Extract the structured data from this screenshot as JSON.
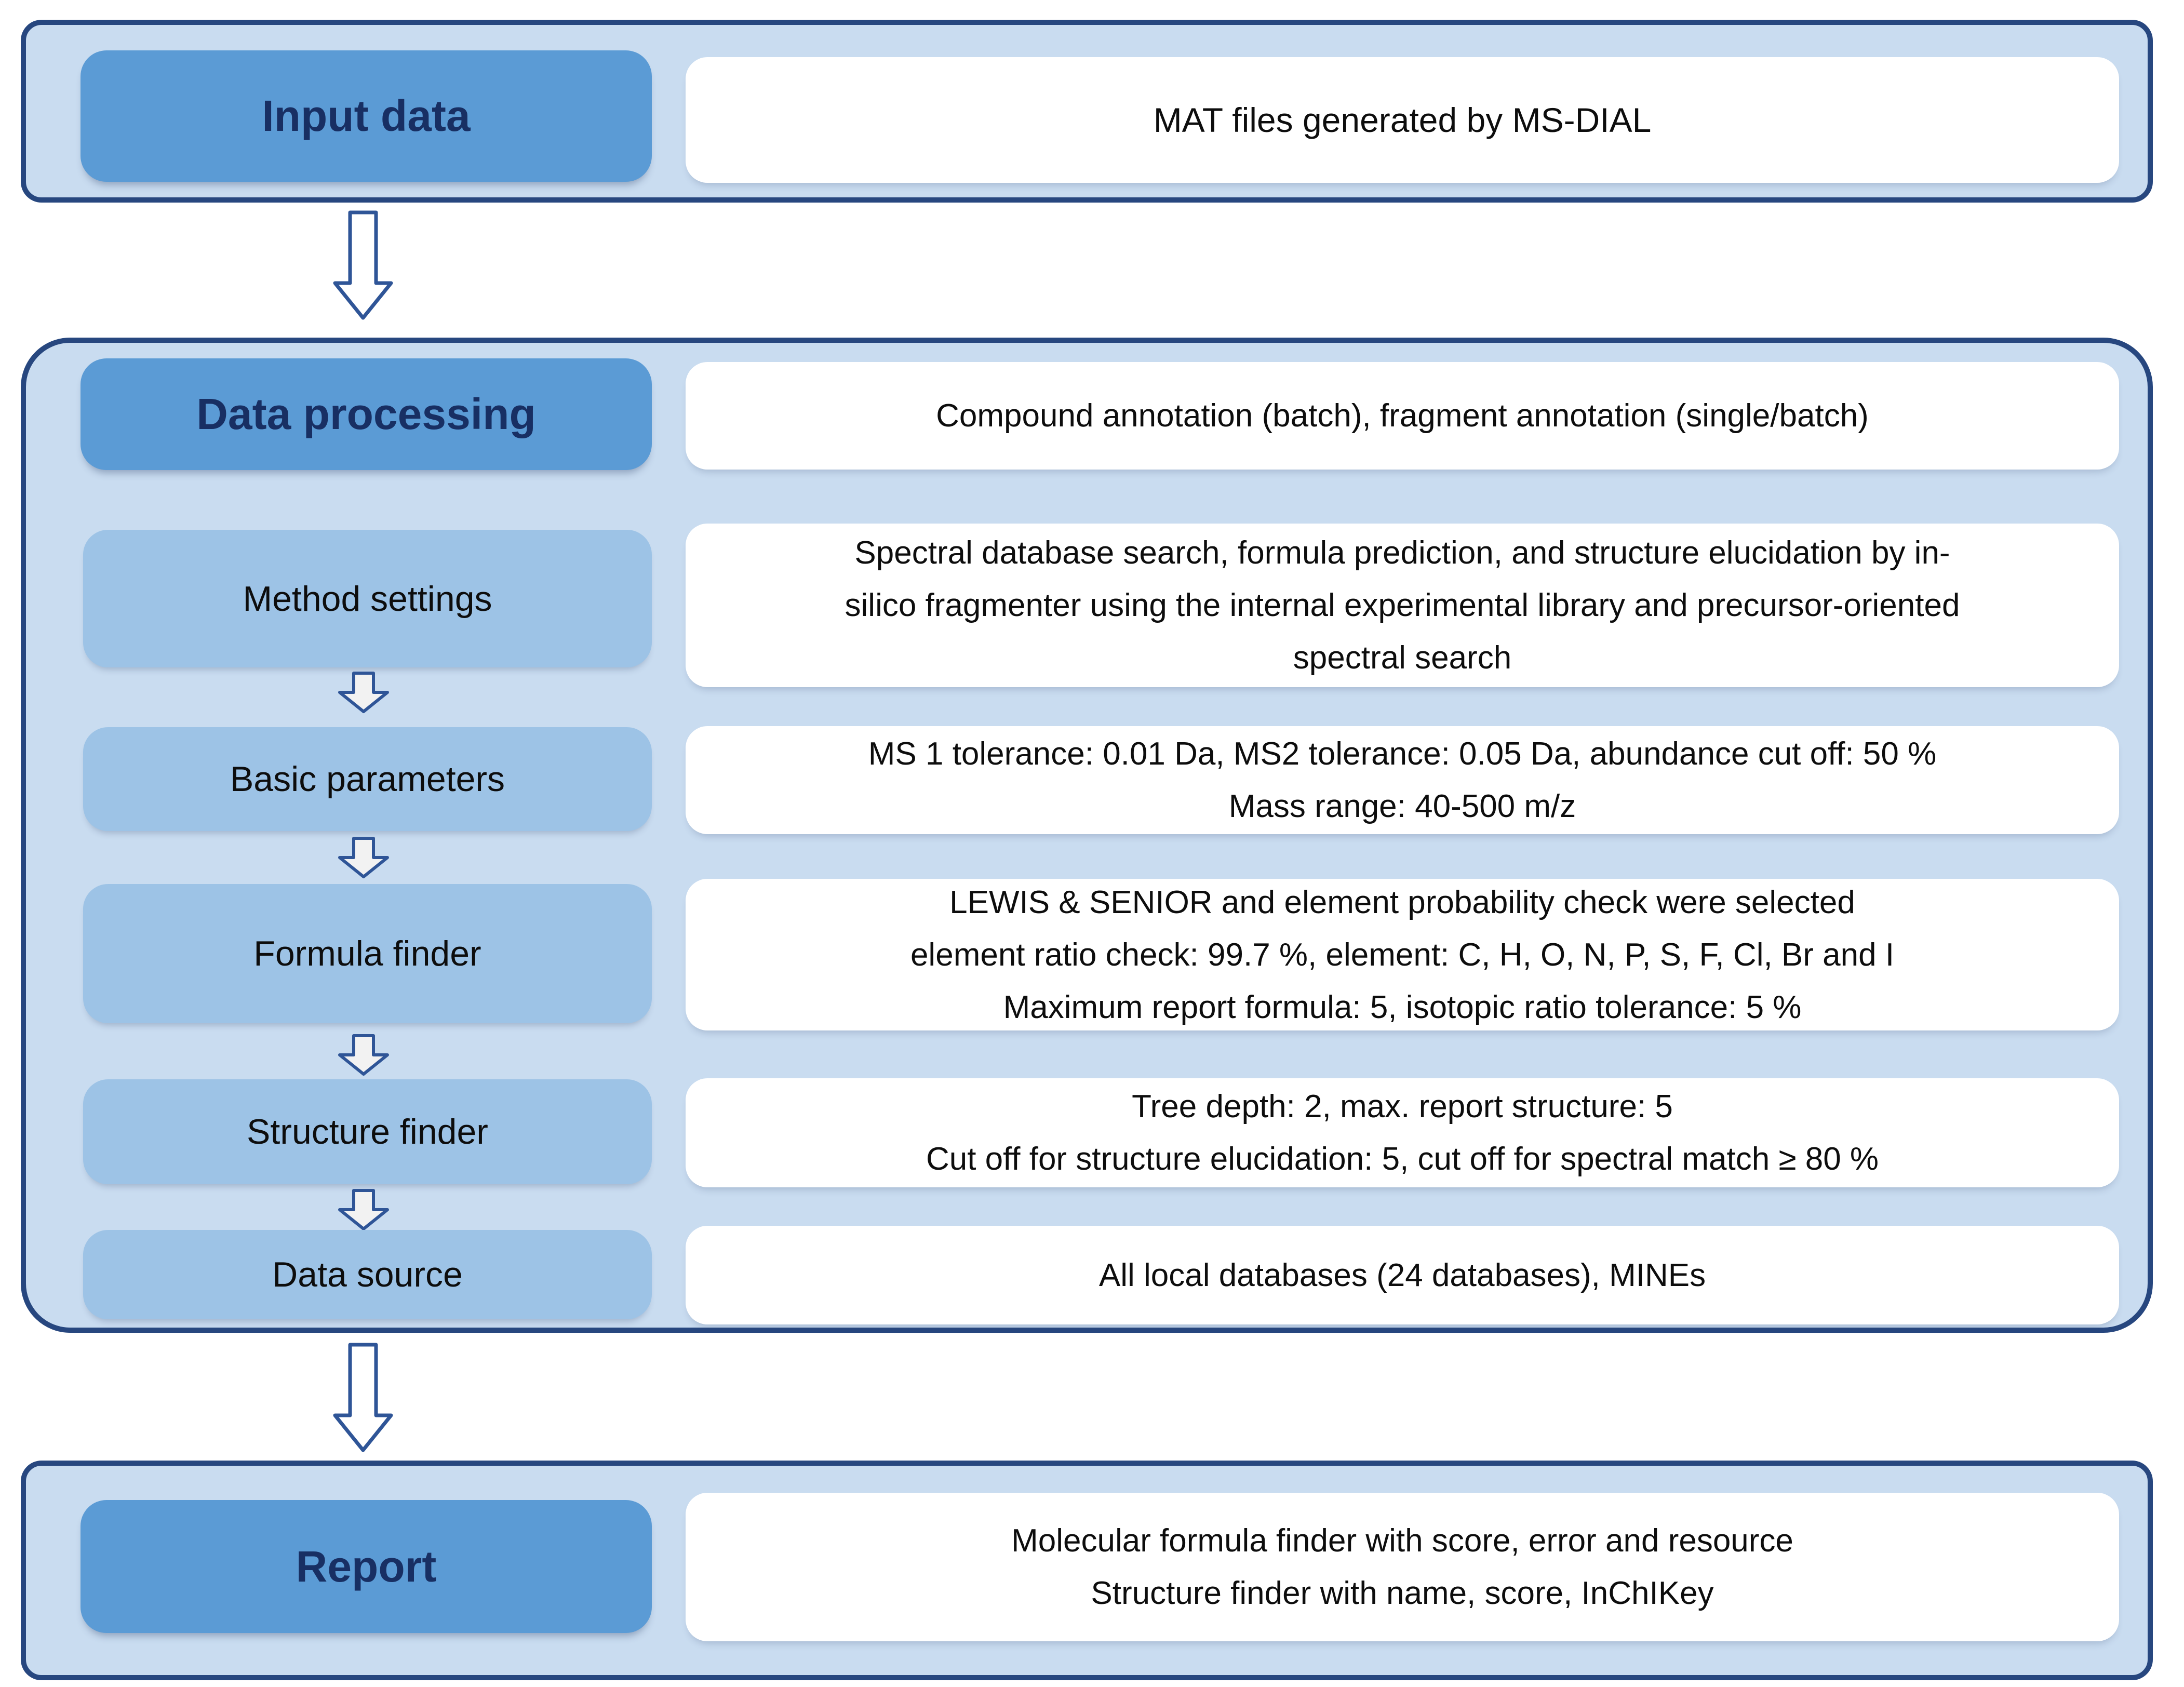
{
  "colors": {
    "panel_bg": "#c9dcf0",
    "panel_border": "#27477f",
    "header_blue": "#5b9bd5",
    "label_blue": "#9dc3e6",
    "navy_text": "#182f63",
    "arrow_border": "#2f5597",
    "small_arrow_fill": "#f2f2f2",
    "content_text": "#0d0d0d"
  },
  "input_section": {
    "title": "Input data",
    "content": "MAT files generated by MS-DIAL"
  },
  "processing_section": {
    "title": "Data processing",
    "content": "Compound annotation (batch), fragment annotation (single/batch)",
    "rows": [
      {
        "label": "Method settings",
        "lines": [
          "Spectral database search, formula prediction, and structure elucidation by in-",
          "silico fragmenter using the internal experimental library and precursor-oriented",
          "spectral search"
        ]
      },
      {
        "label": "Basic parameters",
        "lines": [
          "MS 1 tolerance: 0.01 Da, MS2 tolerance: 0.05 Da, abundance cut off: 50 %",
          "Mass range: 40-500 m/z"
        ]
      },
      {
        "label": "Formula finder",
        "lines": [
          "LEWIS & SENIOR and element probability check were selected",
          "element ratio check: 99.7 %, element: C, H, O, N, P, S, F, Cl, Br and I",
          "Maximum report formula: 5, isotopic ratio tolerance: 5 %"
        ]
      },
      {
        "label": "Structure finder",
        "lines": [
          "Tree depth: 2, max. report structure: 5",
          "Cut off for structure elucidation: 5, cut off for spectral match ≥ 80 %"
        ]
      },
      {
        "label": "Data source",
        "lines": [
          "All local databases (24 databases), MINEs"
        ]
      }
    ]
  },
  "report_section": {
    "title": "Report",
    "lines": [
      "Molecular formula finder with score, error and resource",
      "Structure finder with name, score, InChIKey"
    ]
  }
}
